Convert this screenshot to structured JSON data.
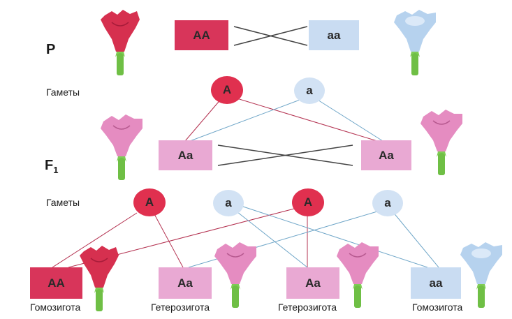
{
  "generation_labels": {
    "parent": "P",
    "f1": "F",
    "f1_subscript": "1"
  },
  "gametes_label": "Гаметы",
  "parents": [
    {
      "genotype": "AA"
    },
    {
      "genotype": "aa"
    }
  ],
  "parent_gametes": [
    {
      "allele": "A"
    },
    {
      "allele": "a"
    }
  ],
  "f1": [
    {
      "genotype": "Aa"
    },
    {
      "genotype": "Aa"
    }
  ],
  "f1_gametes": [
    {
      "allele": "A"
    },
    {
      "allele": "a"
    },
    {
      "allele": "A"
    },
    {
      "allele": "a"
    }
  ],
  "f2": [
    {
      "genotype": "AA",
      "description": "Гомозигота"
    },
    {
      "genotype": "Aa",
      "description": "Гетерозигота"
    },
    {
      "genotype": "Aa",
      "description": "Гетерозигота"
    },
    {
      "genotype": "aa",
      "description": "Гомозигота"
    }
  ],
  "colors": {
    "dominant_box": "#d8355a",
    "dominant_gamete": "#e0304f",
    "recessive_box": "#c9dcf2",
    "recessive_gamete": "#d2e2f4",
    "hetero_box": "#e9a9d3",
    "red_line": "#b3304f",
    "blue_line": "#6fa6c8",
    "cross_line": "#444444",
    "flower_red": "#d6304f",
    "flower_pink": "#e58cc1",
    "flower_blue": "#b6d2ee",
    "stem": "#6fbf45"
  }
}
